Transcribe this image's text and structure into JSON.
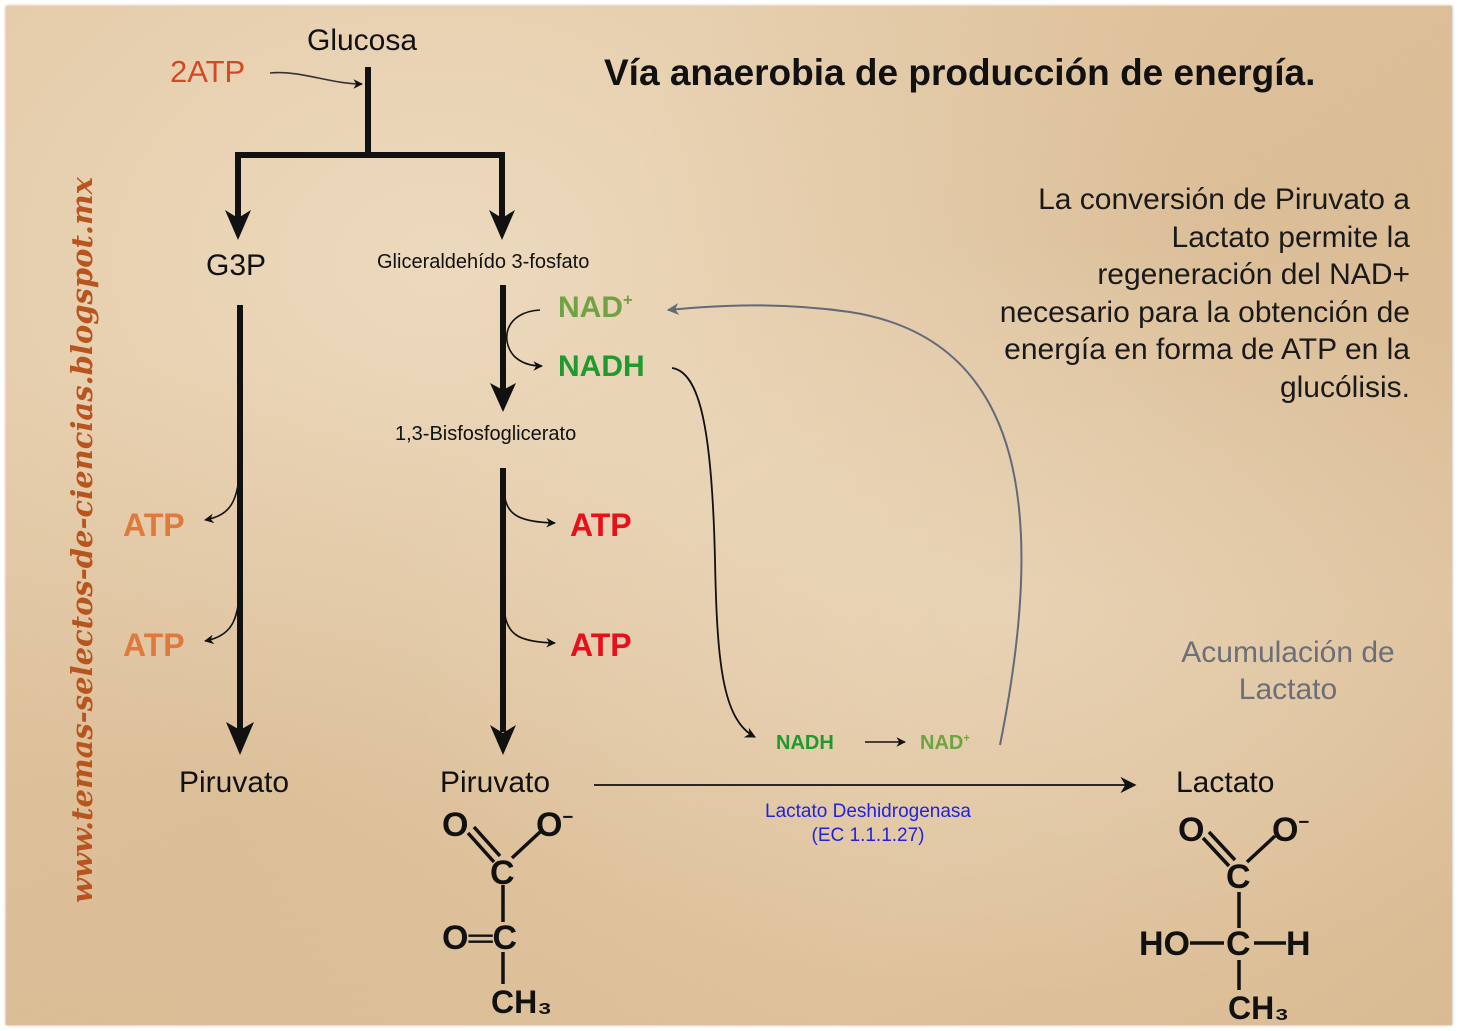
{
  "title": "Vía anaerobia de producción de energía.",
  "description": "La conversión de Piruvato a Lactato permite la regeneración del NAD+ necesario para la obtención de energía en forma de ATP en la glucólisis.",
  "watermark": "www.temas-selectos-de-ciencias.blogspot.mx",
  "labels": {
    "glucose": "Glucosa",
    "atp_input": "2ATP",
    "g3p": "G3P",
    "g3p_full": "Gliceraldehído 3-fosfato",
    "nad": "NAD",
    "nadh": "NADH",
    "bisphospho": "1,3-Bisfosfoglicerato",
    "atp": "ATP",
    "pyruvate": "Piruvato",
    "lactate": "Lactato",
    "enzyme_name": "Lactato Deshidrogenasa",
    "enzyme_code": "(EC 1.1.1.27)",
    "accumulation": "Acumulación de Lactato",
    "plus": "+",
    "minus": "−"
  },
  "chem": {
    "O": "O",
    "C": "C",
    "CH3": "CH₃",
    "O_dbl_C": "O═C",
    "HO": "HO",
    "H": "H"
  },
  "colors": {
    "atp_input": "#d24a23",
    "atp_left": "#e07a3c",
    "atp_right": "#e8101a",
    "nad_plus": "#6fa342",
    "nadh": "#1e9a2e",
    "enzyme": "#2222dd",
    "accumulation": "#6b6f7a",
    "watermark": "#b8541e",
    "return_arrow": "#626a7a"
  }
}
